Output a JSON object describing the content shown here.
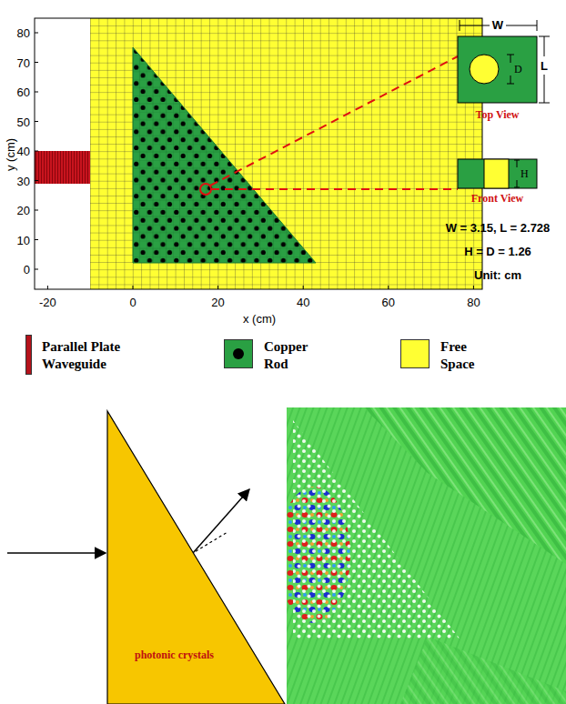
{
  "diagram": {
    "nodes": [
      {
        "text": [
          "D",
          "Top View"
        ]
      },
      {
        "text": [
          "H",
          "Front View"
        ]
      },
      {
        "text": [
          "photonic crystals"
        ]
      }
    ],
    "labels": [
      "80",
      "70",
      "60",
      "50",
      "40",
      "30",
      "20",
      "10",
      "0",
      "y (cm)",
      "-20",
      "0",
      "20",
      "40",
      "60",
      "80",
      "x (cm)",
      "W",
      "L",
      "W = 3.15, L = 2.728",
      "H = D = 1.26",
      "Unit: cm"
    ],
    "legend": [
      {
        "text": "Parallel Plate Waveguide",
        "color": "#b5121b"
      },
      {
        "text": "Copper Rod",
        "color": "#2aa043"
      },
      {
        "text": "Free Space",
        "color": "#ffff33"
      }
    ]
  }
}
